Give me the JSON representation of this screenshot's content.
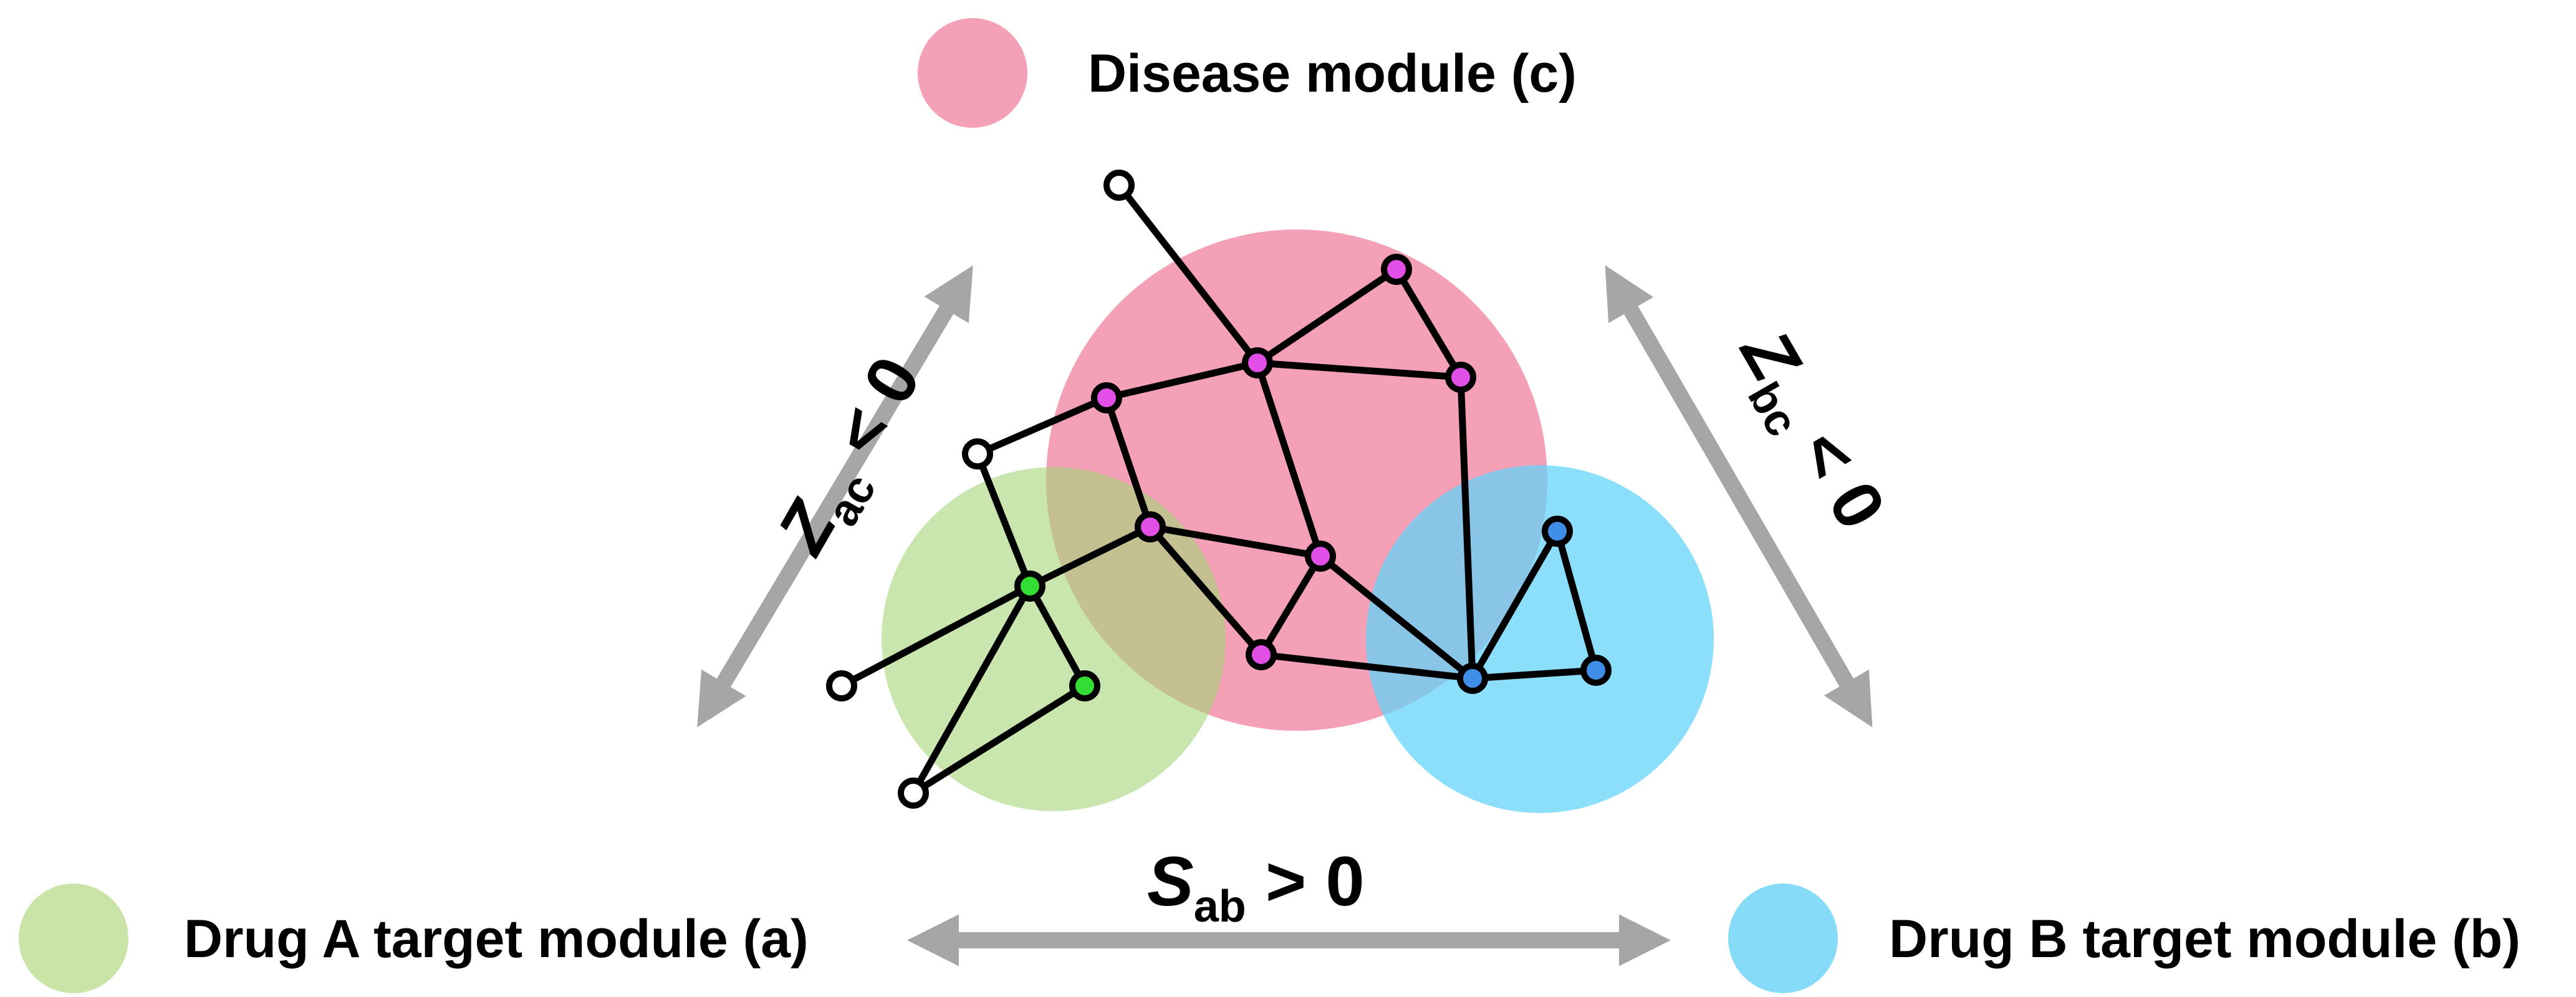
{
  "legend": {
    "disease": {
      "label": "Disease module (c)",
      "color": "#f4a0b6"
    },
    "drug_a": {
      "label": "Drug A target module (a)",
      "color": "#c9e4a6"
    },
    "drug_b": {
      "label": "Drug B target module (b)",
      "color": "#86dcf8"
    }
  },
  "relations": {
    "z_ac": {
      "symbol": "Z",
      "subscript": "ac",
      "comparison": " < 0"
    },
    "z_bc": {
      "symbol": "Z",
      "subscript": "bc",
      "comparison": " < 0"
    },
    "s_ab": {
      "symbol": "S",
      "subscript": "ab",
      "comparison": " > 0"
    }
  },
  "colors": {
    "arrow": "#a6a6a6",
    "edge": "#000000",
    "node_disease": "#e14fe6",
    "node_drug_a": "#33dd33",
    "node_drug_b": "#3f8fe8",
    "node_other": "#ffffff"
  },
  "nodes": [
    {
      "id": "n1",
      "group": "other"
    },
    {
      "id": "n2",
      "group": "disease"
    },
    {
      "id": "n3",
      "group": "disease"
    },
    {
      "id": "n4",
      "group": "disease"
    },
    {
      "id": "n5",
      "group": "disease"
    },
    {
      "id": "n6",
      "group": "other"
    },
    {
      "id": "n7",
      "group": "disease"
    },
    {
      "id": "n8",
      "group": "disease"
    },
    {
      "id": "n9",
      "group": "drug_a"
    },
    {
      "id": "n10",
      "group": "drug_b"
    },
    {
      "id": "n11",
      "group": "other"
    },
    {
      "id": "n12",
      "group": "drug_a"
    },
    {
      "id": "n13",
      "group": "disease"
    },
    {
      "id": "n14",
      "group": "drug_b"
    },
    {
      "id": "n15",
      "group": "drug_b"
    },
    {
      "id": "n16",
      "group": "other"
    }
  ],
  "edges": [
    [
      "n1",
      "n3"
    ],
    [
      "n3",
      "n2"
    ],
    [
      "n2",
      "n4"
    ],
    [
      "n3",
      "n4"
    ],
    [
      "n3",
      "n5"
    ],
    [
      "n3",
      "n8"
    ],
    [
      "n5",
      "n6"
    ],
    [
      "n5",
      "n7"
    ],
    [
      "n6",
      "n9"
    ],
    [
      "n7",
      "n9"
    ],
    [
      "n7",
      "n8"
    ],
    [
      "n7",
      "n13"
    ],
    [
      "n8",
      "n13"
    ],
    [
      "n8",
      "n14"
    ],
    [
      "n4",
      "n14"
    ],
    [
      "n13",
      "n14"
    ],
    [
      "n14",
      "n10"
    ],
    [
      "n14",
      "n15"
    ],
    [
      "n10",
      "n15"
    ],
    [
      "n9",
      "n11"
    ],
    [
      "n9",
      "n12"
    ],
    [
      "n9",
      "n16"
    ],
    [
      "n12",
      "n16"
    ]
  ]
}
